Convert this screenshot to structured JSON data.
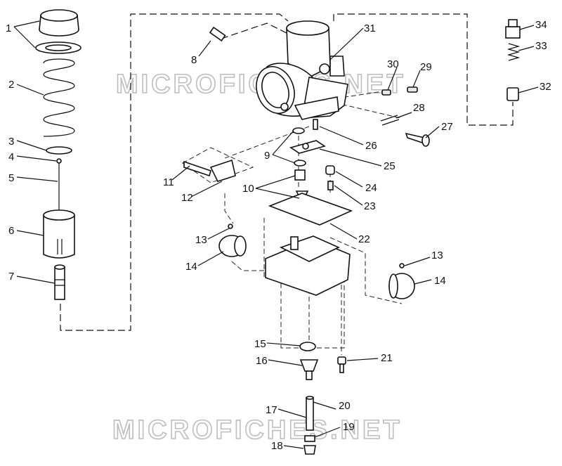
{
  "watermarks": [
    "MICROFICHES.NET",
    "MICROFICHES.NET"
  ],
  "callouts": [
    {
      "id": "1",
      "text": "1"
    },
    {
      "id": "2",
      "text": "2"
    },
    {
      "id": "3",
      "text": "3"
    },
    {
      "id": "4",
      "text": "4"
    },
    {
      "id": "5",
      "text": "5"
    },
    {
      "id": "6",
      "text": "6"
    },
    {
      "id": "7",
      "text": "7"
    },
    {
      "id": "8",
      "text": "8"
    },
    {
      "id": "9",
      "text": "9"
    },
    {
      "id": "10",
      "text": "10"
    },
    {
      "id": "11",
      "text": "11"
    },
    {
      "id": "12",
      "text": "12"
    },
    {
      "id": "13a",
      "text": "13"
    },
    {
      "id": "13b",
      "text": "13"
    },
    {
      "id": "14a",
      "text": "14"
    },
    {
      "id": "14b",
      "text": "14"
    },
    {
      "id": "15",
      "text": "15"
    },
    {
      "id": "16",
      "text": "16"
    },
    {
      "id": "17",
      "text": "17"
    },
    {
      "id": "18",
      "text": "18"
    },
    {
      "id": "19",
      "text": "19"
    },
    {
      "id": "20",
      "text": "20"
    },
    {
      "id": "21",
      "text": "21"
    },
    {
      "id": "22",
      "text": "22"
    },
    {
      "id": "23",
      "text": "23"
    },
    {
      "id": "24",
      "text": "24"
    },
    {
      "id": "25",
      "text": "25"
    },
    {
      "id": "26",
      "text": "26"
    },
    {
      "id": "27",
      "text": "27"
    },
    {
      "id": "28",
      "text": "28"
    },
    {
      "id": "29",
      "text": "29"
    },
    {
      "id": "30",
      "text": "30"
    },
    {
      "id": "31",
      "text": "31"
    },
    {
      "id": "32",
      "text": "32"
    },
    {
      "id": "33",
      "text": "33"
    },
    {
      "id": "34",
      "text": "34"
    }
  ]
}
